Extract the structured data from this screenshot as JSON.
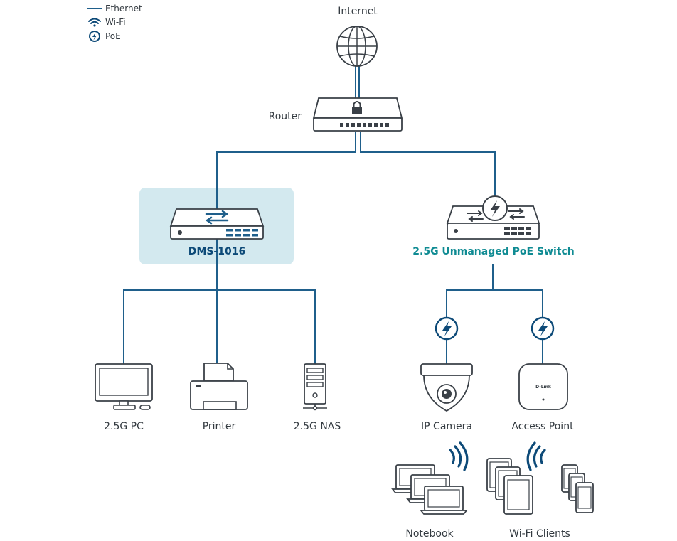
{
  "legend": {
    "ethernet": "Ethernet",
    "wifi": "Wi-Fi",
    "poe": "PoE"
  },
  "nodes": {
    "internet": "Internet",
    "router": "Router",
    "dms": "DMS-1016",
    "poe_switch": "2.5G Unmanaged PoE Switch",
    "pc": "2.5G PC",
    "printer": "Printer",
    "nas": "2.5G NAS",
    "camera": "IP Camera",
    "ap": "Access Point",
    "notebook": "Notebook",
    "wifi_clients": "Wi-Fi Clients"
  },
  "ap_brand": "D-Link",
  "colors": {
    "ethernet": "#1f5f8b",
    "brand_blue": "#0d4a78",
    "teal": "#0f8b93",
    "highlight": "#d3e9ef",
    "device_outline": "#3a4047"
  }
}
